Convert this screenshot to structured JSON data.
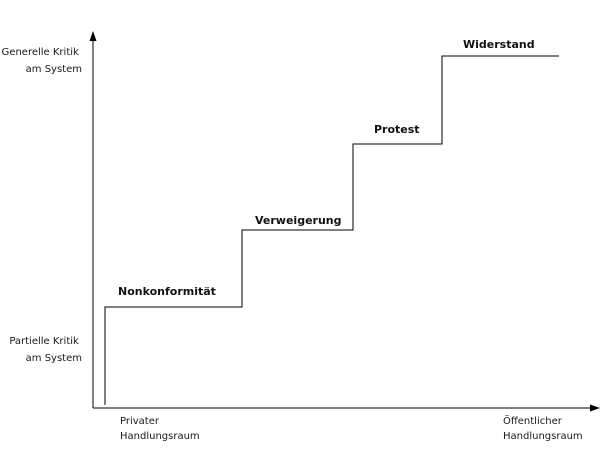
{
  "y_axis": {
    "top_label": [
      "Generelle Kritik",
      "am System"
    ],
    "bottom_label": [
      "Partielle Kritik",
      "am System"
    ]
  },
  "x_axis": {
    "left_label": [
      "Privater",
      "Handlungsraum"
    ],
    "right_label": [
      "Öffentlicher",
      "Handlungsraum"
    ]
  },
  "steps": [
    {
      "label": "Nonkonformität"
    },
    {
      "label": "Verweigerung"
    },
    {
      "label": "Protest"
    },
    {
      "label": "Widerstand"
    }
  ],
  "colors": {
    "line": "#000000",
    "text": "#111111",
    "background": "#ffffff"
  }
}
